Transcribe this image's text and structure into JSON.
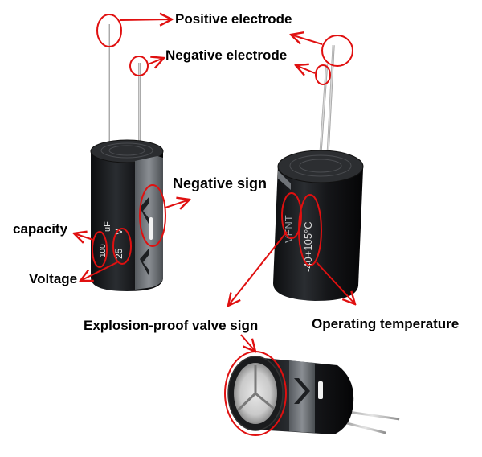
{
  "labels": {
    "positive_electrode": "Positive electrode",
    "negative_electrode": "Negative electrode",
    "negative_sign": "Negative sign",
    "capacity": "capacity",
    "voltage": "Voltage",
    "explosion_proof": "Explosion-proof valve sign",
    "operating_temperature": "Operating temperature"
  },
  "printed_on_capacitors": {
    "capacity_value": "100",
    "capacity_unit": "uF",
    "voltage_value": "25",
    "voltage_unit": "V",
    "vent_text": "VENT",
    "temperature_text": "-40+105°C"
  },
  "colors": {
    "annotation_red": "#e01010",
    "capacitor_body": "#1b1d20",
    "sleeve_band": "#6f7378",
    "lead_metal": "#c8c8c8"
  }
}
